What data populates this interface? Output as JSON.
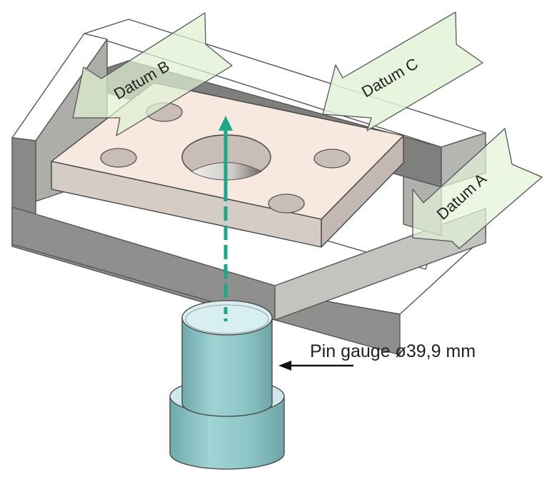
{
  "figure": {
    "description": "Fixture with three datum faces holding a plate; pin gauge checks the large hole position",
    "colors": {
      "fixture_top": "#ffffff",
      "fixture_front": "#8f8f8d",
      "fixture_inner_wall": "#7f7f7d",
      "fixture_side": "#c3c3bf",
      "plate_top": "#f8e9e0",
      "plate_front": "#d6ccc6",
      "plate_side": "#c4b9b2",
      "hole_fill": "#c9beb7",
      "datum_arrow_fill": "#e3f2d8",
      "datum_arrow_stroke": "#555555",
      "axis_arrow": "#1aa98b",
      "pin_body": "#8cc4c6",
      "pin_top": "#d7eff0",
      "leader_arrow": "#111111"
    }
  },
  "labels": {
    "datum_a": "Datum A",
    "datum_b": "Datum B",
    "datum_c": "Datum C",
    "pin_gauge": "Pin gauge ø39,9 mm"
  }
}
